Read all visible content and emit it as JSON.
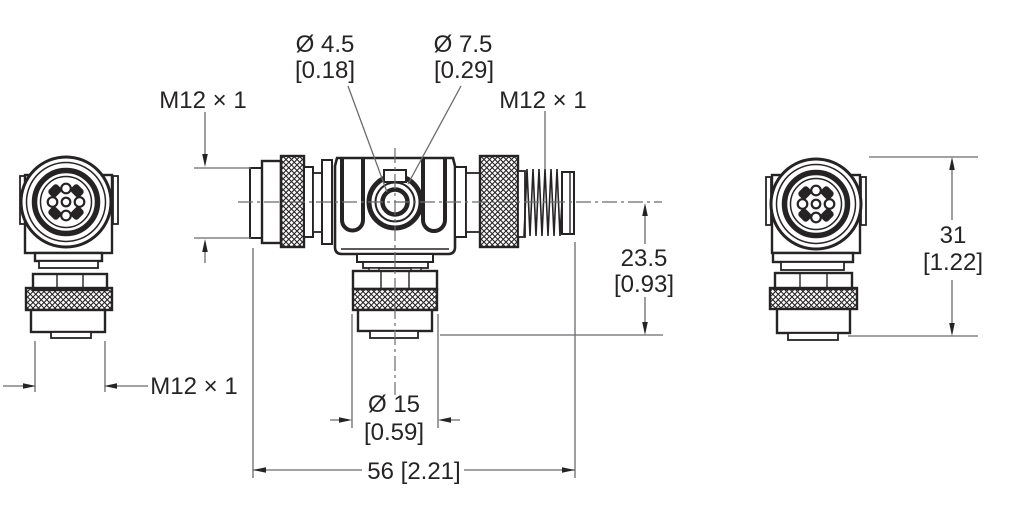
{
  "drawing": {
    "description": "Technical dimension drawing of an M12 T-splitter connector with left and right end views",
    "colors": {
      "line": "#262324",
      "dimension_line": "#6a6b6e",
      "text": "#262324",
      "background": "#ffffff"
    },
    "labels": {
      "thread_top_left": "M12 × 1",
      "thread_top_right": "M12 × 1",
      "thread_bottom_left": "M12 × 1",
      "hole_small_mm": "Ø 4.5",
      "hole_small_in": "[0.18]",
      "hole_large_mm": "Ø 7.5",
      "hole_large_in": "[0.29]",
      "offset_height_mm": "23.5",
      "offset_height_in": "[0.93]",
      "connector_height_mm": "31",
      "connector_height_in": "[1.22]",
      "nut_diameter_mm": "Ø 15",
      "nut_diameter_in": "[0.59]",
      "overall_length": "56 [2.21]"
    }
  }
}
